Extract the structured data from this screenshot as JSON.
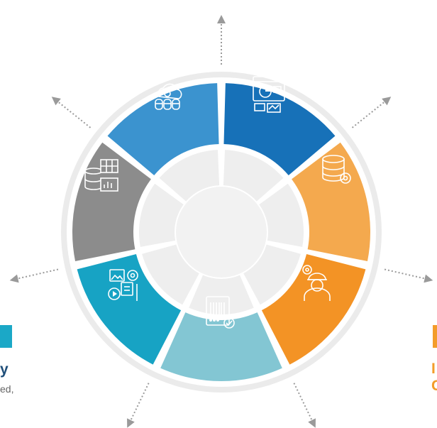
{
  "colors": {
    "ring_outer": "#ebebeb",
    "ring_gap": "#ffffff",
    "inner_segment": "#eeeeee",
    "arrow": "#9a9a9a",
    "left_block": "#1ba8c7",
    "right_block": "#f39c2a",
    "left_title": "#1f4e79",
    "right_title": "#f39c2a",
    "body_text": "#666666"
  },
  "segments": [
    {
      "id": "cloud-database",
      "color": "#3b93cf",
      "icon": "cloud-database-icon"
    },
    {
      "id": "analytics-dashboard",
      "color": "#1771b8",
      "icon": "analytics-dashboard-icon"
    },
    {
      "id": "database-settings",
      "color": "#f4a94e",
      "icon": "database-gear-icon"
    },
    {
      "id": "engineer",
      "color": "#f39325",
      "icon": "engineer-icon"
    },
    {
      "id": "barcode-document",
      "color": "#83c6d3",
      "icon": "barcode-document-icon"
    },
    {
      "id": "media-content",
      "color": "#17a3c4",
      "icon": "media-content-icon"
    },
    {
      "id": "data-table",
      "color": "#8c8c8c",
      "icon": "data-table-icon"
    }
  ],
  "edge_text": {
    "left_title": "y",
    "left_subtitle": "ed,",
    "right_title_line1": "I",
    "right_title_line2": "C"
  }
}
